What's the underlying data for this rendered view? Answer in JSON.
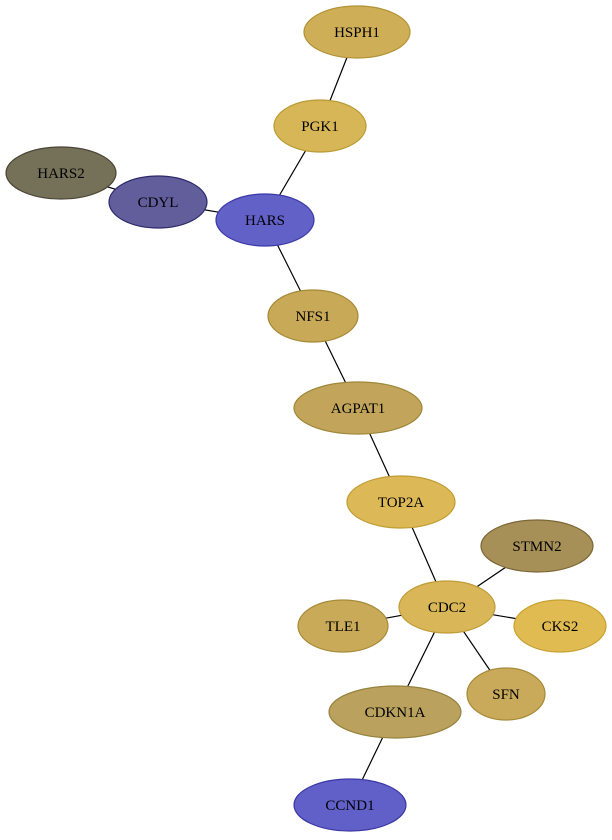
{
  "nodes": [
    {
      "id": "HSPH1",
      "label": "HSPH1",
      "fill": "#cfae58",
      "stroke": "#b39236"
    },
    {
      "id": "PGK1",
      "label": "PGK1",
      "fill": "#d6b656",
      "stroke": "#b99a33"
    },
    {
      "id": "HARS2",
      "label": "HARS2",
      "fill": "#757058",
      "stroke": "#4a4535"
    },
    {
      "id": "CDYL",
      "label": "CDYL",
      "fill": "#625e9c",
      "stroke": "#2c2a6a"
    },
    {
      "id": "HARS",
      "label": "HARS",
      "fill": "#6261c8",
      "stroke": "#3a38a6"
    },
    {
      "id": "NFS1",
      "label": "NFS1",
      "fill": "#c8a958",
      "stroke": "#a68836"
    },
    {
      "id": "AGPAT1",
      "label": "AGPAT1",
      "fill": "#c2a55a",
      "stroke": "#a08638"
    },
    {
      "id": "TOP2A",
      "label": "TOP2A",
      "fill": "#dcb857",
      "stroke": "#c19c33"
    },
    {
      "id": "STMN2",
      "label": "STMN2",
      "fill": "#a79058",
      "stroke": "#7b6736"
    },
    {
      "id": "CDC2",
      "label": "CDC2",
      "fill": "#d9b658",
      "stroke": "#bf9c36"
    },
    {
      "id": "TLE1",
      "label": "TLE1",
      "fill": "#c9aa59",
      "stroke": "#a78a38"
    },
    {
      "id": "CKS2",
      "label": "CKS2",
      "fill": "#e0bb52",
      "stroke": "#c7a030"
    },
    {
      "id": "SFN",
      "label": "SFN",
      "fill": "#c9a95a",
      "stroke": "#a78a38"
    },
    {
      "id": "CDKN1A",
      "label": "CDKN1A",
      "fill": "#baa25e",
      "stroke": "#95803c"
    },
    {
      "id": "CCND1",
      "label": "CCND1",
      "fill": "#6060c8",
      "stroke": "#3a38a6"
    }
  ],
  "edges": [
    {
      "source": "HSPH1",
      "target": "PGK1"
    },
    {
      "source": "PGK1",
      "target": "HARS"
    },
    {
      "source": "HARS2",
      "target": "CDYL"
    },
    {
      "source": "CDYL",
      "target": "HARS"
    },
    {
      "source": "HARS",
      "target": "NFS1"
    },
    {
      "source": "NFS1",
      "target": "AGPAT1"
    },
    {
      "source": "AGPAT1",
      "target": "TOP2A"
    },
    {
      "source": "TOP2A",
      "target": "CDC2"
    },
    {
      "source": "CDC2",
      "target": "STMN2"
    },
    {
      "source": "CDC2",
      "target": "TLE1"
    },
    {
      "source": "CDC2",
      "target": "CKS2"
    },
    {
      "source": "CDC2",
      "target": "SFN"
    },
    {
      "source": "CDC2",
      "target": "CDKN1A"
    },
    {
      "source": "CDKN1A",
      "target": "CCND1"
    }
  ]
}
